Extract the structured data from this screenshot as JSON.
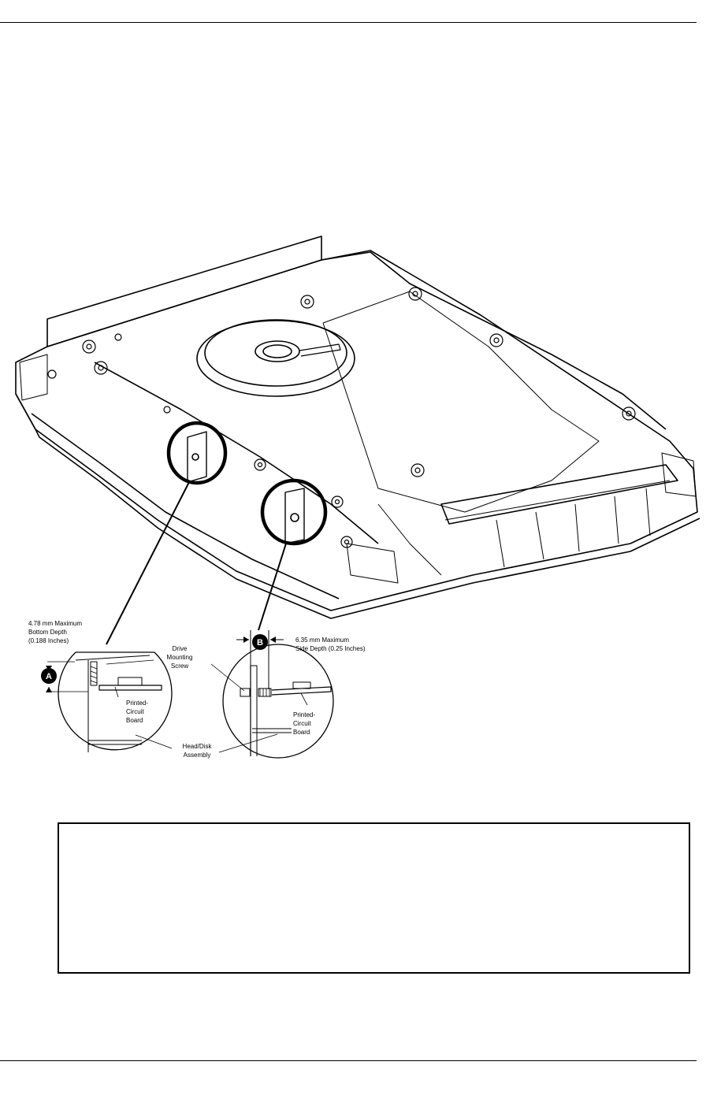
{
  "figure": {
    "callout_a_letter": "A",
    "callout_b_letter": "B",
    "label_bottom_depth": [
      "4.78 mm Maximum",
      "Bottom Depth",
      "(0.188 Inches)"
    ],
    "label_drive_screw": [
      "Drive",
      "Mounting",
      "Screw"
    ],
    "label_pcb_left": [
      "Printed-",
      "Circuit",
      "Board"
    ],
    "label_side_depth": [
      "6.35 mm Maximum",
      "Side Depth (0.25 Inches)"
    ],
    "label_pcb_right": [
      "Printed-",
      "Circuit",
      "Board"
    ],
    "label_hda": [
      "Head/Disk",
      "Assembly"
    ]
  },
  "note_box": {}
}
